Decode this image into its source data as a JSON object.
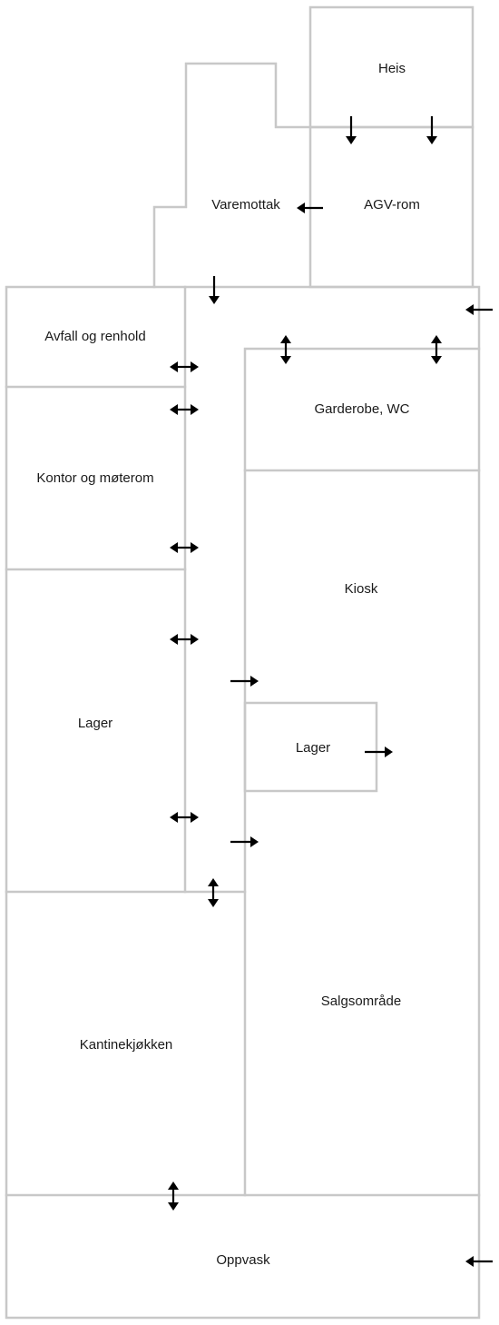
{
  "rooms": {
    "heis": "Heis",
    "agv_rom": "AGV-rom",
    "varemottak": "Varemottak",
    "avfall_og_renhold": "Avfall og renhold",
    "garderobe_wc": "Garderobe, WC",
    "kontor_og_moterom": "Kontor og møterom",
    "kiosk": "Kiosk",
    "lager_left": "Lager",
    "lager_kiosk": "Lager",
    "kantinekjokken": "Kantinekjøkken",
    "salgsomrade": "Salgsområde",
    "oppvask": "Oppvask"
  },
  "colors": {
    "walls": "#c8c8c8",
    "arrows": "#000000",
    "text": "#1a1a1a",
    "background": "#ffffff"
  },
  "flows": [
    {
      "id": "heis-to-agv-1",
      "direction": "down"
    },
    {
      "id": "heis-to-agv-2",
      "direction": "down"
    },
    {
      "id": "agv-to-varemottak",
      "direction": "left"
    },
    {
      "id": "varemottak-to-corridor",
      "direction": "down"
    },
    {
      "id": "entrance-right",
      "direction": "left"
    },
    {
      "id": "garderobe-door-1",
      "direction": "up-down"
    },
    {
      "id": "garderobe-door-2",
      "direction": "up-down"
    },
    {
      "id": "avfall-door",
      "direction": "left-right"
    },
    {
      "id": "kontor-door-1",
      "direction": "left-right"
    },
    {
      "id": "kontor-door-2",
      "direction": "left-right"
    },
    {
      "id": "lager-door-1",
      "direction": "left-right"
    },
    {
      "id": "lager-door-2",
      "direction": "left-right"
    },
    {
      "id": "corridor-to-kiosk",
      "direction": "right"
    },
    {
      "id": "kiosk-lager-out",
      "direction": "right"
    },
    {
      "id": "corridor-to-salgsomrade",
      "direction": "right"
    },
    {
      "id": "kantine-door",
      "direction": "up-down"
    },
    {
      "id": "oppvask-door",
      "direction": "up-down"
    },
    {
      "id": "oppvask-entrance",
      "direction": "left"
    }
  ]
}
